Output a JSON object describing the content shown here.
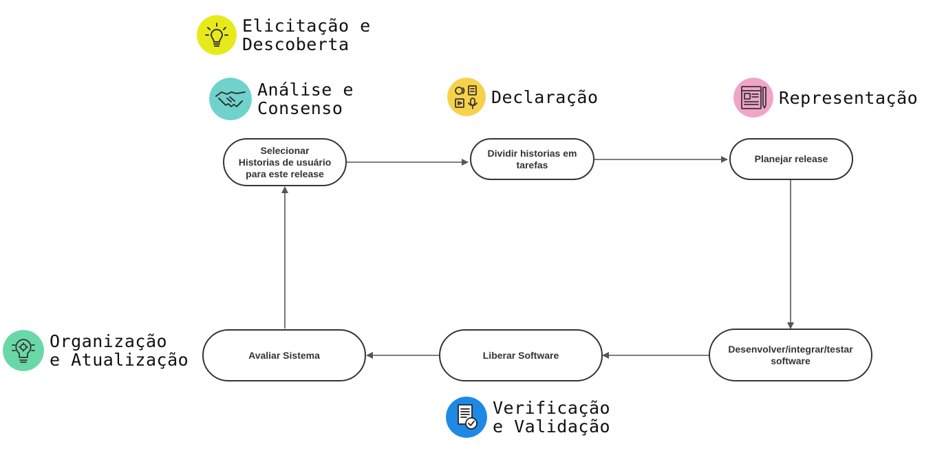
{
  "colors": {
    "elicitacao": "#e7ea1a",
    "analise": "#6fd2cc",
    "declaracao": "#f7d14a",
    "representacao": "#f0a4c9",
    "organizacao": "#69d8a7",
    "verificacao": "#1e88e5",
    "edge": "#555555",
    "node_border": "#333333"
  },
  "phases": {
    "elicitacao": {
      "line1": "Elicitação e",
      "line2": "Descoberta",
      "icon": "lightbulb-icon"
    },
    "analise": {
      "line1": "Análise e",
      "line2": "Consenso",
      "icon": "handshake-icon"
    },
    "declaracao": {
      "line1": "Declaração",
      "icon": "communication-icon"
    },
    "representacao": {
      "line1": "Representação",
      "icon": "document-layout-icon"
    },
    "organizacao": {
      "line1": "Organização",
      "line2": "e Atualização",
      "icon": "gear-bulb-icon"
    },
    "verificacao": {
      "line1": "Verificação",
      "line2": "e Validação",
      "icon": "certified-document-icon"
    }
  },
  "nodes": {
    "selecionar": "Selecionar\nHistorias de usuário\npara este release",
    "dividir": "Dividir historias em\ntarefas",
    "planejar": "Planejar release",
    "desenvolver": "Desenvolver/integrar/testar\nsoftware",
    "liberar": "Liberar Software",
    "avaliar": "Avaliar Sistema"
  }
}
